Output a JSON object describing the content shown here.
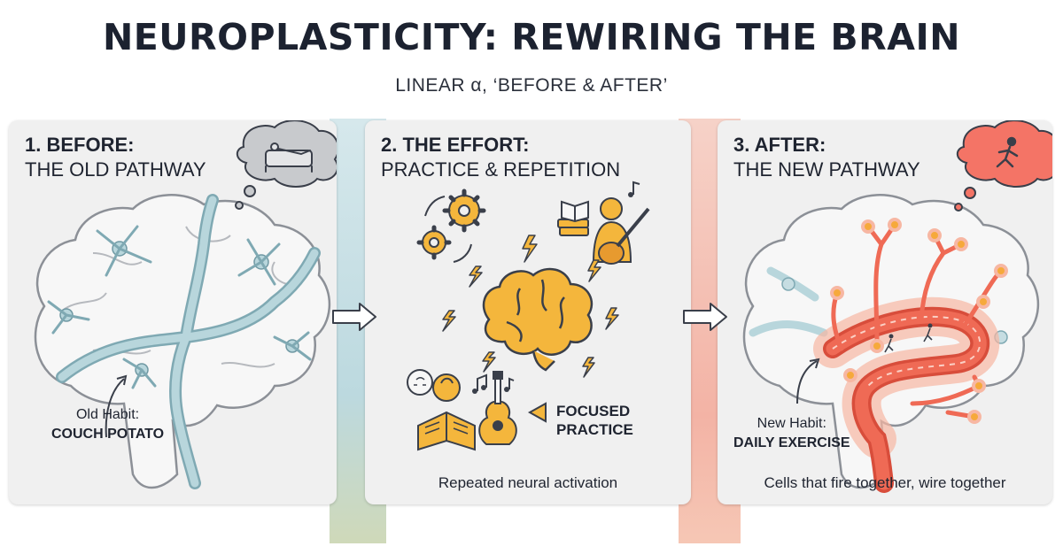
{
  "header": {
    "title": "NEUROPLASTICITY: REWIRING THE BRAIN",
    "subtitle": "LINEAR α, ‘BEFORE & AFTER’"
  },
  "panels": {
    "before": {
      "heading_strong": "1. BEFORE:",
      "heading_light": "THE OLD PATHWAY",
      "habit_label": "Old Habit:",
      "habit_value": "COUCH POTATO",
      "thought_icon": "couch-lounging-icon"
    },
    "effort": {
      "heading_strong": "2. THE EFFORT:",
      "heading_light": "PRACTICE & REPETITION",
      "focused_line1": "FOCUSED",
      "focused_line2": "PRACTICE",
      "caption": "Repeated neural activation",
      "icons": [
        "gears-icon",
        "book-stack-icon",
        "guitar-player-icon",
        "brain-icon",
        "lightning-icon",
        "reading-person-icon",
        "guitar-icon",
        "music-note-icon"
      ]
    },
    "after": {
      "heading_strong": "3. AFTER:",
      "heading_light": "THE NEW PATHWAY",
      "habit_label": "New Habit:",
      "habit_value": "DAILY EXERCISE",
      "caption": "Cells that fire together, wire together",
      "thought_icon": "running-person-icon"
    }
  },
  "colors": {
    "old_pathway": "#9fc6cf",
    "old_pathway_edge": "#7fa9b3",
    "new_pathway": "#ef6a55",
    "new_glow": "#f7b7a3",
    "firing_node": "#f6a93b",
    "effort_icon": "#f4b63c",
    "outline": "#3a3f4a"
  }
}
